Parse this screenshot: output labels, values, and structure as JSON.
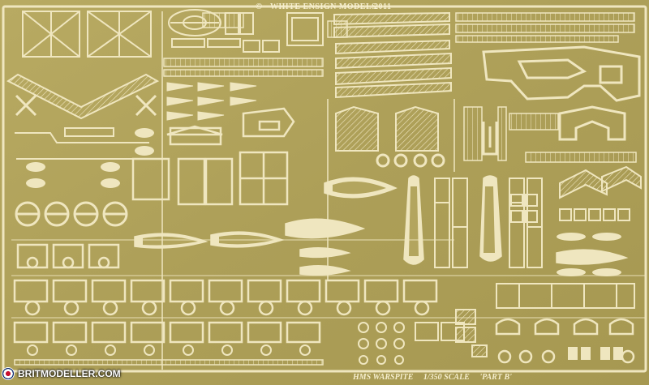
{
  "sheet": {
    "copyright_symbol": "©",
    "manufacturer": "WHITE ENSIGN MODELS",
    "year": "2011",
    "ship": "HMS WARSPITE",
    "scale": "1/350 SCALE",
    "part": "'PART B'"
  },
  "watermark": {
    "text": "BRITMODELLER.COM"
  },
  "colors": {
    "fret_background": "#b3a55e",
    "fret_dark": "#8f8444",
    "etched_brass": "#efe6bf",
    "brass_shadow": "#7f7434"
  }
}
